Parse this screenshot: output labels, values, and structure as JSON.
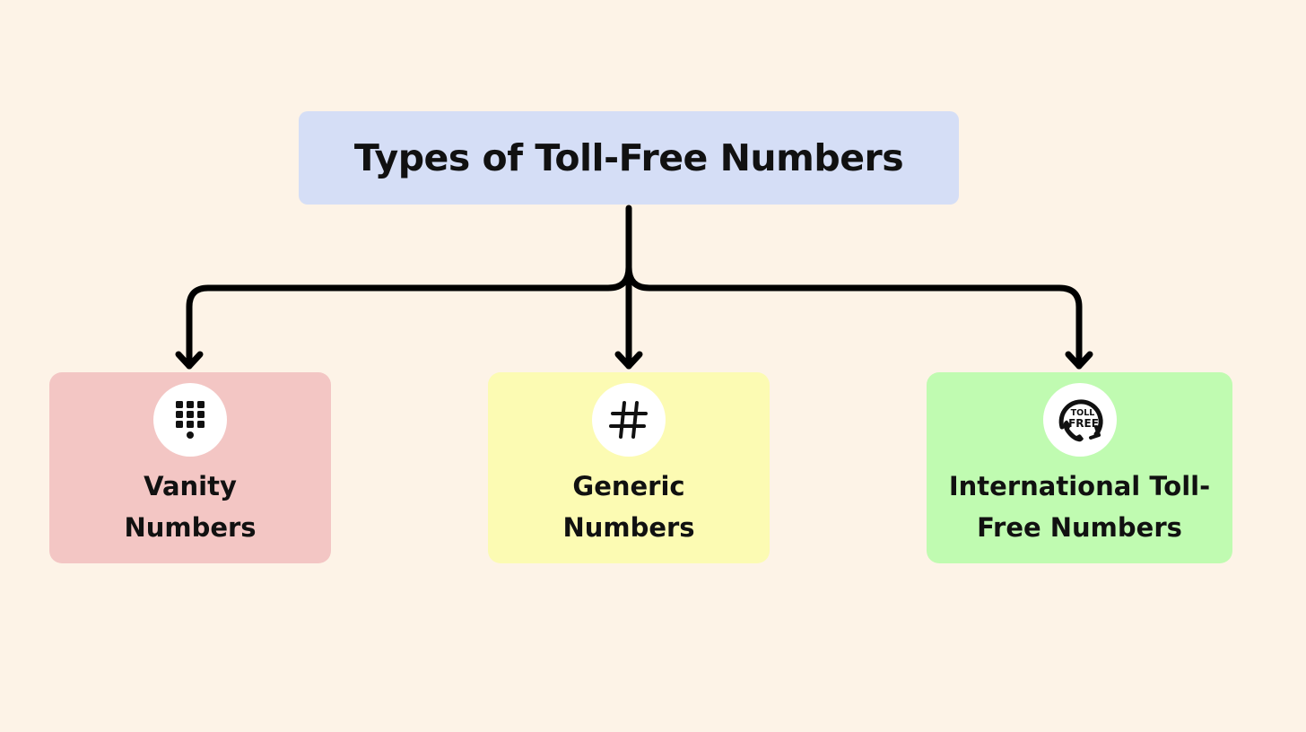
{
  "root": {
    "title": "Types of Toll-Free Numbers"
  },
  "nodes": [
    {
      "id": "vanity",
      "label": "Vanity\nNumbers",
      "icon": "keypad-icon",
      "color": "#f3c6c4"
    },
    {
      "id": "generic",
      "label": "Generic\nNumbers",
      "icon": "hash-icon",
      "color": "#fcfbb3"
    },
    {
      "id": "international",
      "label": "International Toll-\nFree Numbers",
      "icon": "toll-free-phone-icon",
      "icon_text": [
        "TOLL",
        "FREE"
      ],
      "color": "#c0fbb1"
    }
  ],
  "colors": {
    "background": "#fdf3e7",
    "root_box": "#d5def6",
    "connector": "#000000"
  }
}
